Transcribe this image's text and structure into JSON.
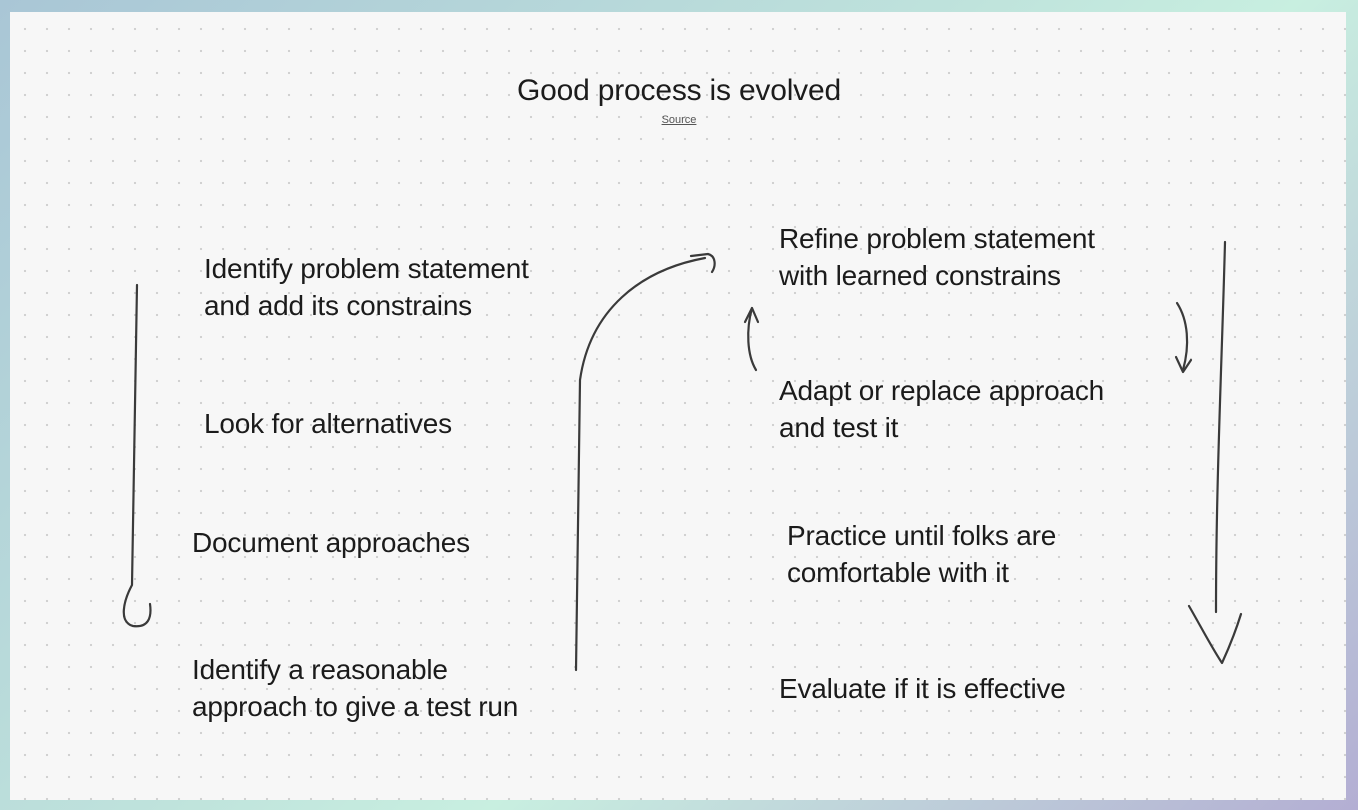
{
  "title": "Good process is evolved",
  "source_label": "Source",
  "steps_left": [
    "Identify problem statement\nand add its constrains",
    "Look for alternatives",
    "Document approaches",
    "Identify a reasonable\napproach to give a test run"
  ],
  "steps_right": [
    "Refine problem statement\nwith learned constrains",
    "Adapt or replace approach\nand test it",
    "Practice until folks are\ncomfortable with it",
    "Evaluate if it is effective"
  ]
}
